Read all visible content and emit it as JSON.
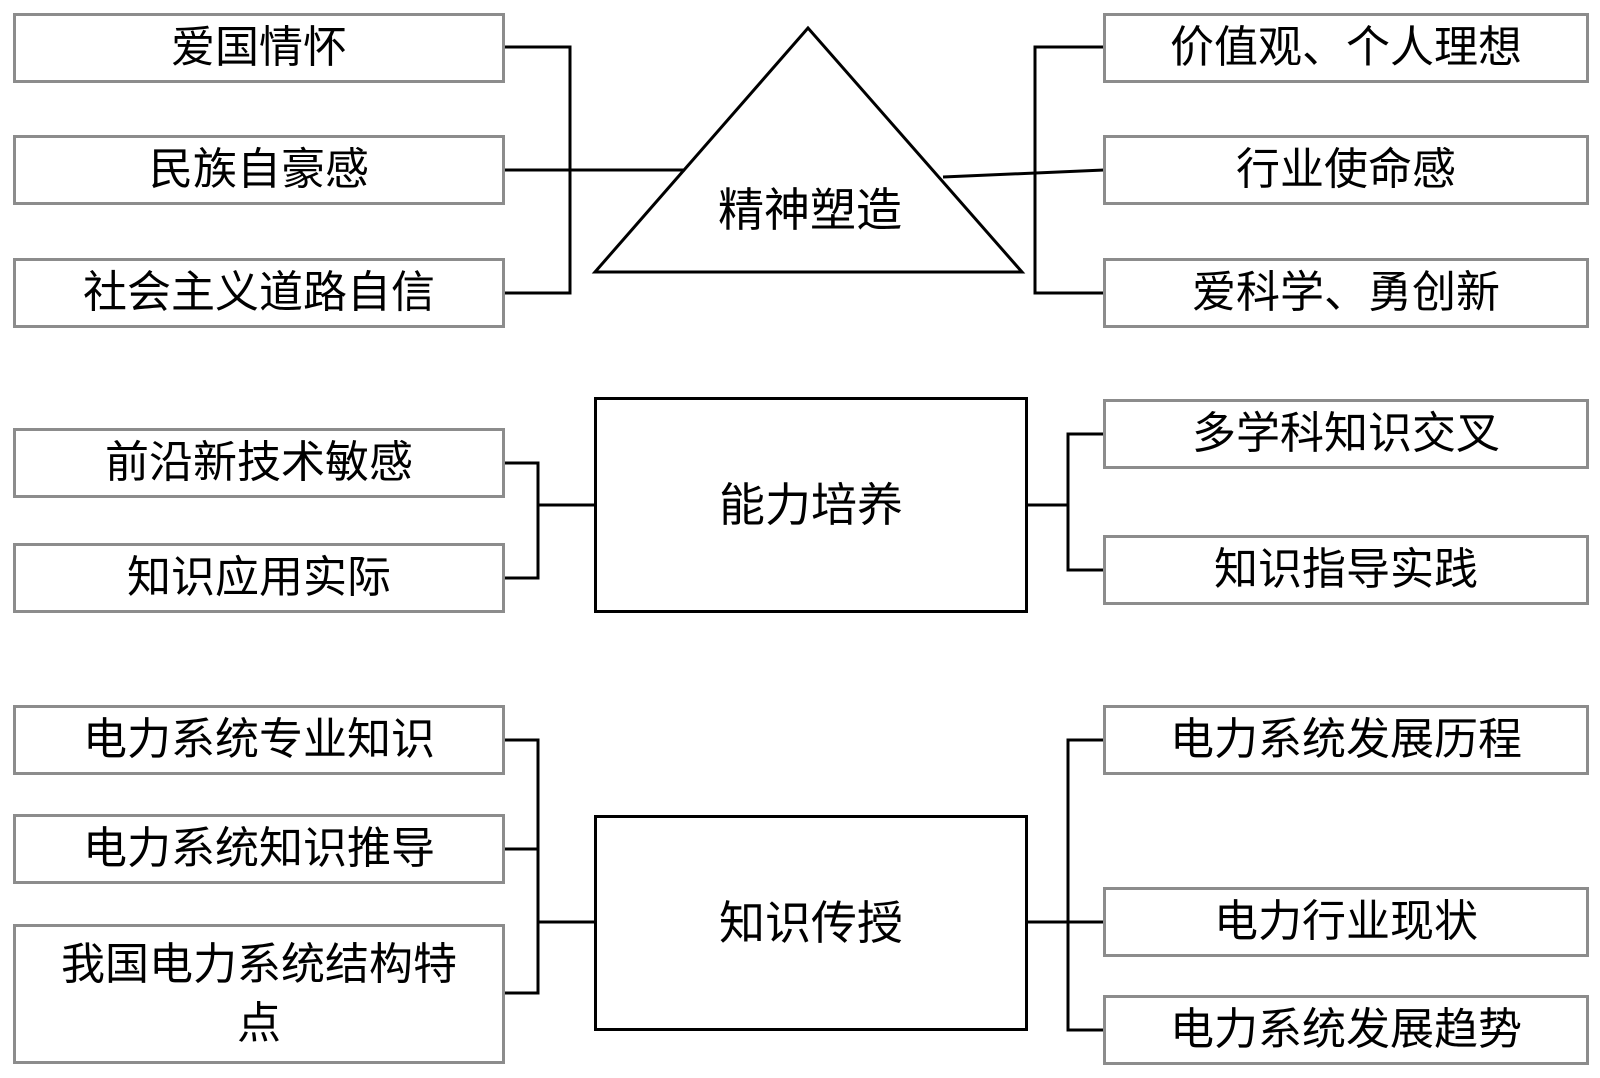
{
  "spirit": {
    "center": "精神塑造",
    "left": [
      "爱国情怀",
      "民族自豪感",
      "社会主义道路自信"
    ],
    "right": [
      "价值观、个人理想",
      "行业使命感",
      "爱科学、勇创新"
    ]
  },
  "ability": {
    "center": "能力培养",
    "left": [
      "前沿新技术敏感",
      "知识应用实际"
    ],
    "right": [
      "多学科知识交叉",
      "知识指导实践"
    ]
  },
  "knowledge": {
    "center": "知识传授",
    "left": [
      "电力系统专业知识",
      "电力系统知识推导",
      "我国电力系统结构特点"
    ],
    "right": [
      "电力系统发展历程",
      "电力行业现状",
      "电力系统发展趋势"
    ]
  },
  "colors": {
    "leaf_border": "#8c8c8c",
    "line": "#000000",
    "background": "#ffffff"
  }
}
